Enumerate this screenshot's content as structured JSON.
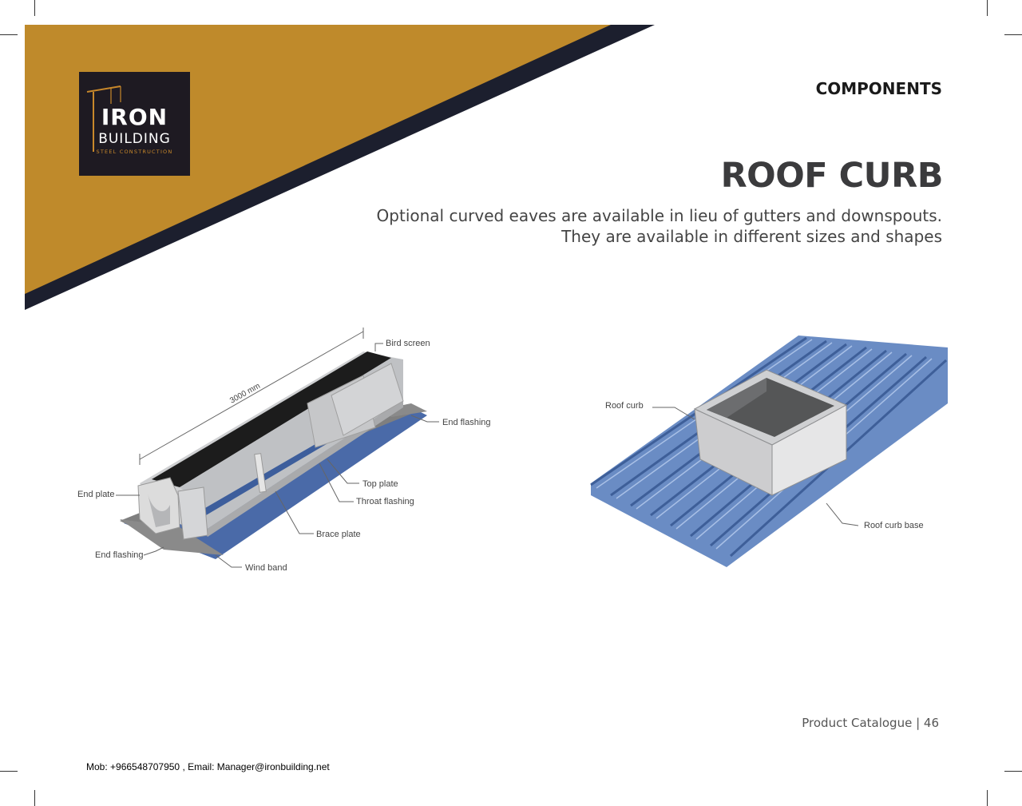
{
  "header": {
    "logo": {
      "word1": "IRON",
      "word2": "BUILDING",
      "tagline": "STEEL CONSTRUCTION"
    },
    "section_label": "COMPONENTS",
    "title": "ROOF CURB",
    "description_line1": "Optional curved eaves are available in lieu of gutters and downspouts.",
    "description_line2": "They are available in different sizes and shapes"
  },
  "figures": {
    "left": {
      "dimension": "3000 mm",
      "labels": {
        "bird_screen": "Bird screen",
        "end_flashing_right": "End flashing",
        "end_plate": "End plate",
        "top_plate": "Top plate",
        "throat_flashing": "Throat flashing",
        "brace_plate": "Brace plate",
        "end_flashing_left": "End flashing",
        "wind_band": "Wind band"
      }
    },
    "right": {
      "labels": {
        "roof_curb": "Roof curb",
        "roof_curb_base": "Roof curb base"
      }
    }
  },
  "footer": {
    "page": "Product Catalogue | 46",
    "contact": "Mob: +966548707950 , Email: Manager@ironbuilding.net"
  },
  "colors": {
    "gold": "#bf8a2b",
    "navy": "#1c1f2e",
    "roof_blue": "#5b7fb8"
  }
}
